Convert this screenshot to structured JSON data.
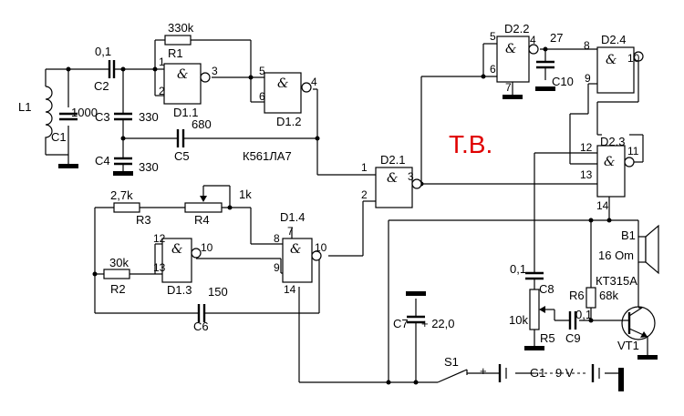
{
  "title": "Т.В.",
  "chip_type": "К561ЛА7",
  "gate_symbol": "&",
  "gates": {
    "d11": "D1.1",
    "d12": "D1.2",
    "d13": "D1.3",
    "d14": "D1.4",
    "d21": "D2.1",
    "d22": "D2.2",
    "d23": "D2.3",
    "d24": "D2.4"
  },
  "pins": {
    "d11_in1": "1",
    "d11_in2": "2",
    "d11_out": "3",
    "d12_in1": "5",
    "d12_in2": "6",
    "d12_out": "4",
    "d13_in1": "12",
    "d13_in2": "13",
    "d13_out": "10",
    "d14_in1": "8",
    "d14_in2": "9",
    "d14_out": "10",
    "d14_top": "7",
    "d14_bot": "14",
    "d21_in1": "1",
    "d21_in2": "2",
    "d21_out": "3",
    "d22_in1": "5",
    "d22_in2": "6",
    "d22_out": "4",
    "d22_bot": "7",
    "d23_in1": "12",
    "d23_in2": "13",
    "d23_out": "11",
    "d23_bot": "14",
    "d24_in1": "8",
    "d24_in2": "9",
    "d24_out": "10"
  },
  "components": {
    "l1": "L1",
    "c1": "C1",
    "c1_val": "1000",
    "c2": "C2",
    "c2_val": "0,1",
    "c3": "C3",
    "c3_val": "330",
    "c4": "C4",
    "c4_val": "330",
    "c5": "C5",
    "c5_val": "680",
    "r1": "R1",
    "r1_val": "330k",
    "r2": "R2",
    "r2_val": "30k",
    "r3": "R3",
    "r3_val": "2,7k",
    "r4": "R4",
    "r4_val": "1k",
    "c6": "C6",
    "c6_val": "150",
    "c7": "C7",
    "c7_val": "+ 22,0",
    "c8": "C8",
    "c8_val": "0,1",
    "c9": "C9",
    "c9_val": "0,1",
    "c10": "C10",
    "c10_val": "27",
    "r5": "R5",
    "r5_val": "10k",
    "r6": "R6",
    "r6_val": "68k",
    "vt1": "VT1",
    "vt1_type": "КТ315А",
    "b1": "B1",
    "b1_val": "16 Om",
    "s1": "S1",
    "g1": "G1",
    "g1_val": "9 V",
    "g1_plus": "+"
  }
}
